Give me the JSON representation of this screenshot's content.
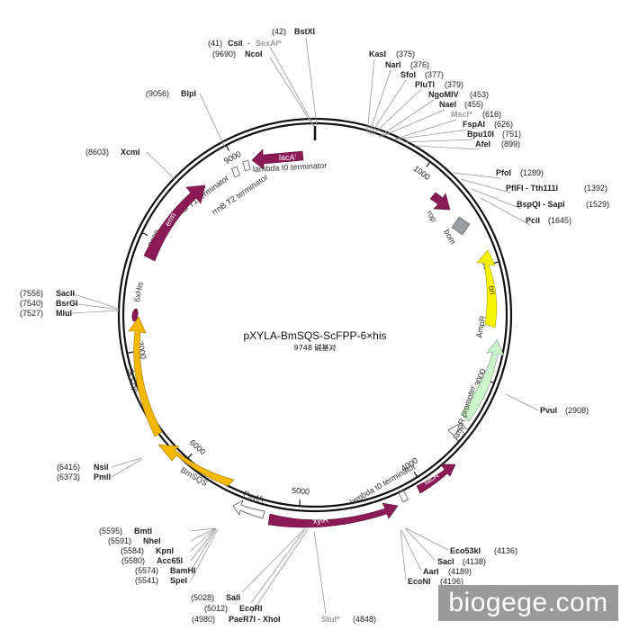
{
  "plasmid": {
    "name": "pXYLA-BmSQS-ScFPP-6×his",
    "size_label": "9748 碱基对",
    "length": 9748
  },
  "ticks": [
    "1000",
    "2000",
    "3000",
    "4000",
    "5000",
    "6000",
    "7000",
    "8000",
    "9000"
  ],
  "features": [
    {
      "label": "lacA'",
      "color": "#8b1a56"
    },
    {
      "label": "lambda t0 terminator",
      "color": "#ffffff"
    },
    {
      "label": "rrnB T1 terminator",
      "color": "#ffffff"
    },
    {
      "label": "rrnB T2 terminator",
      "color": "#ffffff"
    },
    {
      "label": "erm",
      "color": "#8b1a56"
    },
    {
      "label": "rop",
      "color": "#8b1a56"
    },
    {
      "label": "bom",
      "color": "#9aa0a6"
    },
    {
      "label": "ori",
      "color": "#f5f500"
    },
    {
      "label": "AmpR",
      "color": "#ccf5cc"
    },
    {
      "label": "AmpR promoter",
      "color": "#ffffff"
    },
    {
      "label": "lacA'",
      "color": "#8b1a56"
    },
    {
      "label": "lambda t0 terminator",
      "color": "#ffffff"
    },
    {
      "label": "xylR",
      "color": "#8b1a56"
    },
    {
      "label": "PxylA",
      "color": "#ffffff"
    },
    {
      "label": "BmSQS",
      "color": "#f5b800"
    },
    {
      "label": "ScFPP",
      "color": "#f5b800"
    },
    {
      "label": "6xHis",
      "color": "#8b1a56"
    }
  ],
  "sites": [
    {
      "name": "BstXI",
      "pos": "(42)"
    },
    {
      "name": "CsiI",
      "pos": "(41)"
    },
    {
      "name": "SexAI*",
      "pos": ""
    },
    {
      "name": "NcoI",
      "pos": "(9690)"
    },
    {
      "name": "KasI",
      "pos": "(375)"
    },
    {
      "name": "NarI",
      "pos": "(376)"
    },
    {
      "name": "SfoI",
      "pos": "(377)"
    },
    {
      "name": "PluTI",
      "pos": "(379)"
    },
    {
      "name": "NgoMIV",
      "pos": "(453)"
    },
    {
      "name": "NaeI",
      "pos": "(455)"
    },
    {
      "name": "MscI*",
      "pos": "(616)"
    },
    {
      "name": "FspAI",
      "pos": "(626)"
    },
    {
      "name": "Bpu10I",
      "pos": "(751)"
    },
    {
      "name": "AfeI",
      "pos": "(899)"
    },
    {
      "name": "PfoI",
      "pos": "(1289)"
    },
    {
      "name": "PflFI - Tth111I",
      "pos": "(1392)"
    },
    {
      "name": "BspQI - SapI",
      "pos": "(1529)"
    },
    {
      "name": "PciI",
      "pos": "(1645)"
    },
    {
      "name": "PvuI",
      "pos": "(2908)"
    },
    {
      "name": "Eco53kI",
      "pos": "(4136)"
    },
    {
      "name": "SacI",
      "pos": "(4138)"
    },
    {
      "name": "AarI",
      "pos": "(4189)"
    },
    {
      "name": "EcoNI",
      "pos": "(4196)"
    },
    {
      "name": "StuI*",
      "pos": "(4848)"
    },
    {
      "name": "PaeR7I - XhoI",
      "pos": "(4980)"
    },
    {
      "name": "EcoRI",
      "pos": "(5012)"
    },
    {
      "name": "SalI",
      "pos": "(5028)"
    },
    {
      "name": "SpeI",
      "pos": "(5541)"
    },
    {
      "name": "BamHI",
      "pos": "(5574)"
    },
    {
      "name": "Acc65I",
      "pos": "(5580)"
    },
    {
      "name": "KpnI",
      "pos": "(5584)"
    },
    {
      "name": "NheI",
      "pos": "(5591)"
    },
    {
      "name": "BmtI",
      "pos": "(5595)"
    },
    {
      "name": "PmlI",
      "pos": "(6373)"
    },
    {
      "name": "NsiI",
      "pos": "(6416)"
    },
    {
      "name": "MluI",
      "pos": "(7527)"
    },
    {
      "name": "BsrGI",
      "pos": "(7540)"
    },
    {
      "name": "SacII",
      "pos": "(7556)"
    },
    {
      "name": "XcmI",
      "pos": "(8603)"
    },
    {
      "name": "BlpI",
      "pos": "(9056)"
    }
  ],
  "watermark": "biogege.com"
}
